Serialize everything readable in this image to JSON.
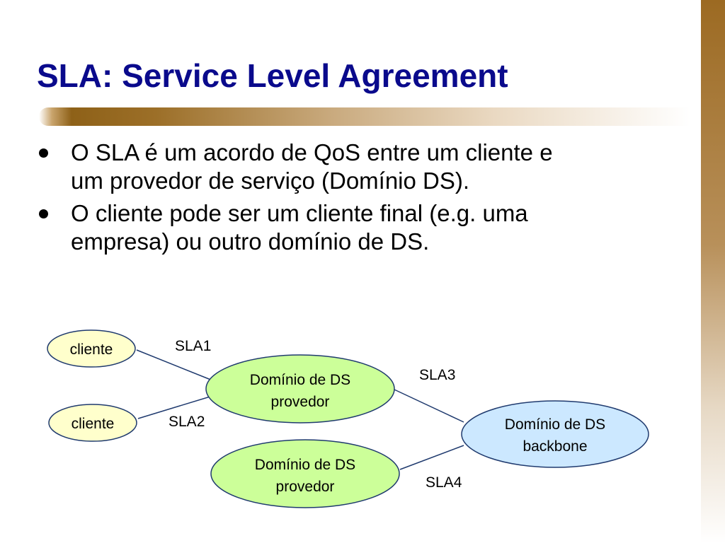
{
  "slide": {
    "title": "SLA: Service Level Agreement",
    "bullets": [
      {
        "line1": "O SLA é um acordo de QoS entre um cliente e",
        "line2": "um provedor de serviço (Domínio DS)."
      },
      {
        "line1": "O cliente pode ser um cliente final (e.g. uma",
        "line2": "empresa) ou outro domínio de DS."
      }
    ]
  },
  "diagram": {
    "nodes": {
      "cliente1": {
        "label": "cliente",
        "fill": "#ffffcc"
      },
      "cliente2": {
        "label": "cliente",
        "fill": "#ffffcc"
      },
      "provedor1": {
        "line1": "Domínio de DS",
        "line2": "provedor",
        "fill": "#ccff99"
      },
      "provedor2": {
        "line1": "Domínio de DS",
        "line2": "provedor",
        "fill": "#ccff99"
      },
      "backbone": {
        "line1": "Domínio de DS",
        "line2": "backbone",
        "fill": "#cce8ff"
      }
    },
    "edges": {
      "sla1": "SLA1",
      "sla2": "SLA2",
      "sla3": "SLA3",
      "sla4": "SLA4"
    },
    "colors": {
      "stroke": "#1f3a6e",
      "title": "#0a0a8c",
      "accent_bar": "#9c6a22"
    }
  }
}
